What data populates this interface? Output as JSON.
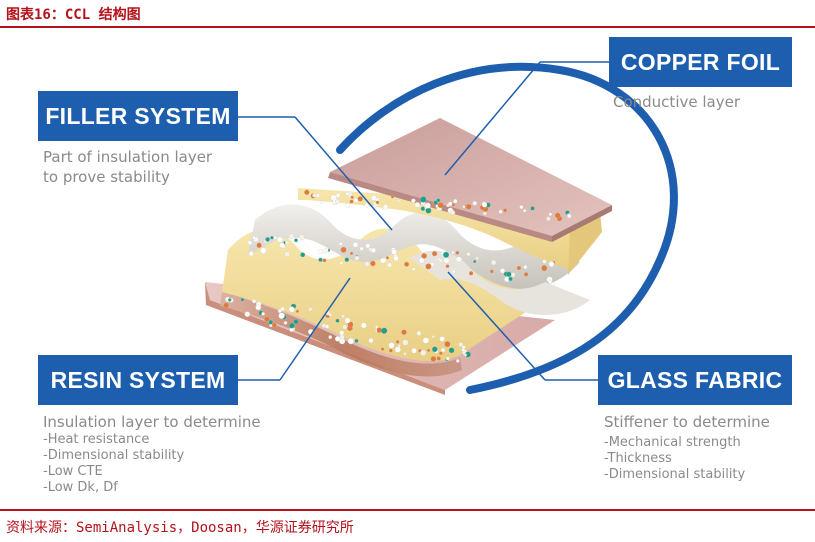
{
  "figure_title": "图表16：CCL 结构图",
  "source": "资料来源：SemiAnalysis，Doosan，华源证券研究所",
  "labels": {
    "copper_foil": {
      "title": "COPPER FOIL",
      "desc": "Conductive layer"
    },
    "filler_system": {
      "title": "FILLER SYSTEM",
      "desc": [
        "Part of insulation layer",
        "to prove stability"
      ]
    },
    "resin_system": {
      "title": "RESIN SYSTEM",
      "desc": "Insulation layer to determine",
      "items": [
        "-Heat resistance",
        "-Dimensional stability",
        "-Low CTE",
        "-Low Dk, Df"
      ]
    },
    "glass_fabric": {
      "title": "GLASS FABRIC",
      "desc": "Stiffener to determine",
      "items": [
        "-Mechanical strength",
        "-Thickness",
        "-Dimensional stability"
      ]
    }
  },
  "colors": {
    "accent_red": "#b5121b",
    "label_blue": "#1d5fae",
    "copper": "#d4a8a3",
    "resin": "#f2dc97",
    "glass": "#d9d6d0"
  }
}
